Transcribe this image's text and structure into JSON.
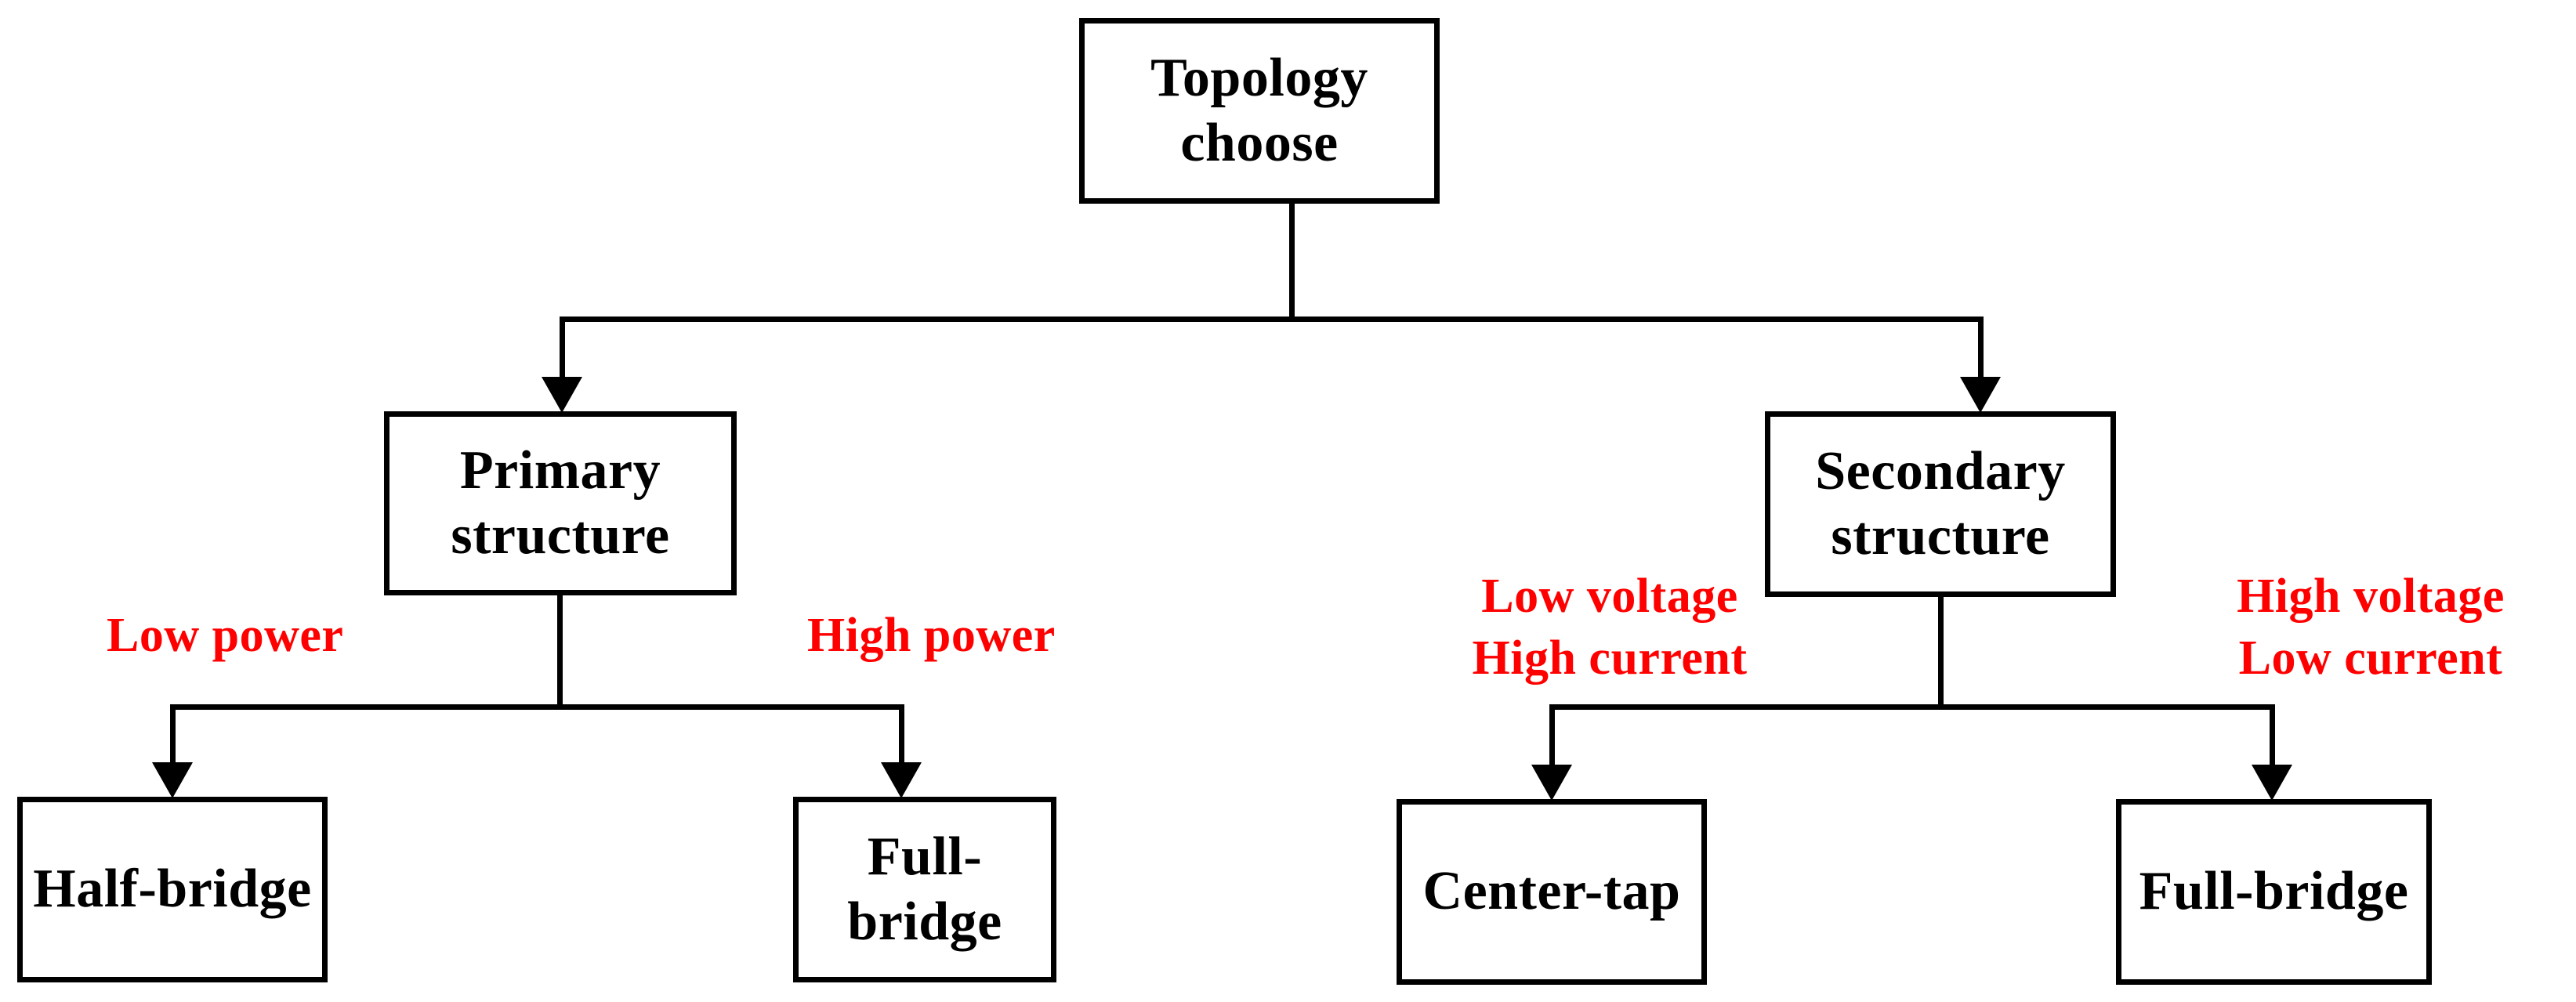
{
  "diagram": {
    "title": "Topology choose",
    "type": "flowchart",
    "colors": {
      "node_border": "#000000",
      "node_fill": "#ffffff",
      "node_text": "#000000",
      "edge_label_text": "#ff0000",
      "connector": "#000000",
      "background": "#ffffff"
    },
    "nodes": [
      {
        "id": "topology",
        "label": "Topology\nchoose",
        "level": 0
      },
      {
        "id": "primary",
        "label": "Primary\nstructure",
        "level": 1
      },
      {
        "id": "secondary",
        "label": "Secondary\nstructure",
        "level": 1
      },
      {
        "id": "half_bridge",
        "label": "Half-bridge",
        "level": 2
      },
      {
        "id": "full_bridge_pri",
        "label": "Full-bridge",
        "level": 2
      },
      {
        "id": "center_tap",
        "label": "Center-tap",
        "level": 2
      },
      {
        "id": "full_bridge_sec",
        "label": "Full-bridge",
        "level": 2
      }
    ],
    "edges": [
      {
        "from": "topology",
        "to": "primary",
        "label": ""
      },
      {
        "from": "topology",
        "to": "secondary",
        "label": ""
      },
      {
        "from": "primary",
        "to": "half_bridge",
        "label": "Low power"
      },
      {
        "from": "primary",
        "to": "full_bridge_pri",
        "label": "High power"
      },
      {
        "from": "secondary",
        "to": "center_tap",
        "label": "Low voltage\nHigh current"
      },
      {
        "from": "secondary",
        "to": "full_bridge_sec",
        "label": "High voltage\nLow current"
      }
    ],
    "edge_labels": {
      "low_power": "Low power",
      "high_power": "High power",
      "low_voltage_high_current": "Low voltage\nHigh current",
      "high_voltage_low_current": "High voltage\nLow current"
    }
  }
}
